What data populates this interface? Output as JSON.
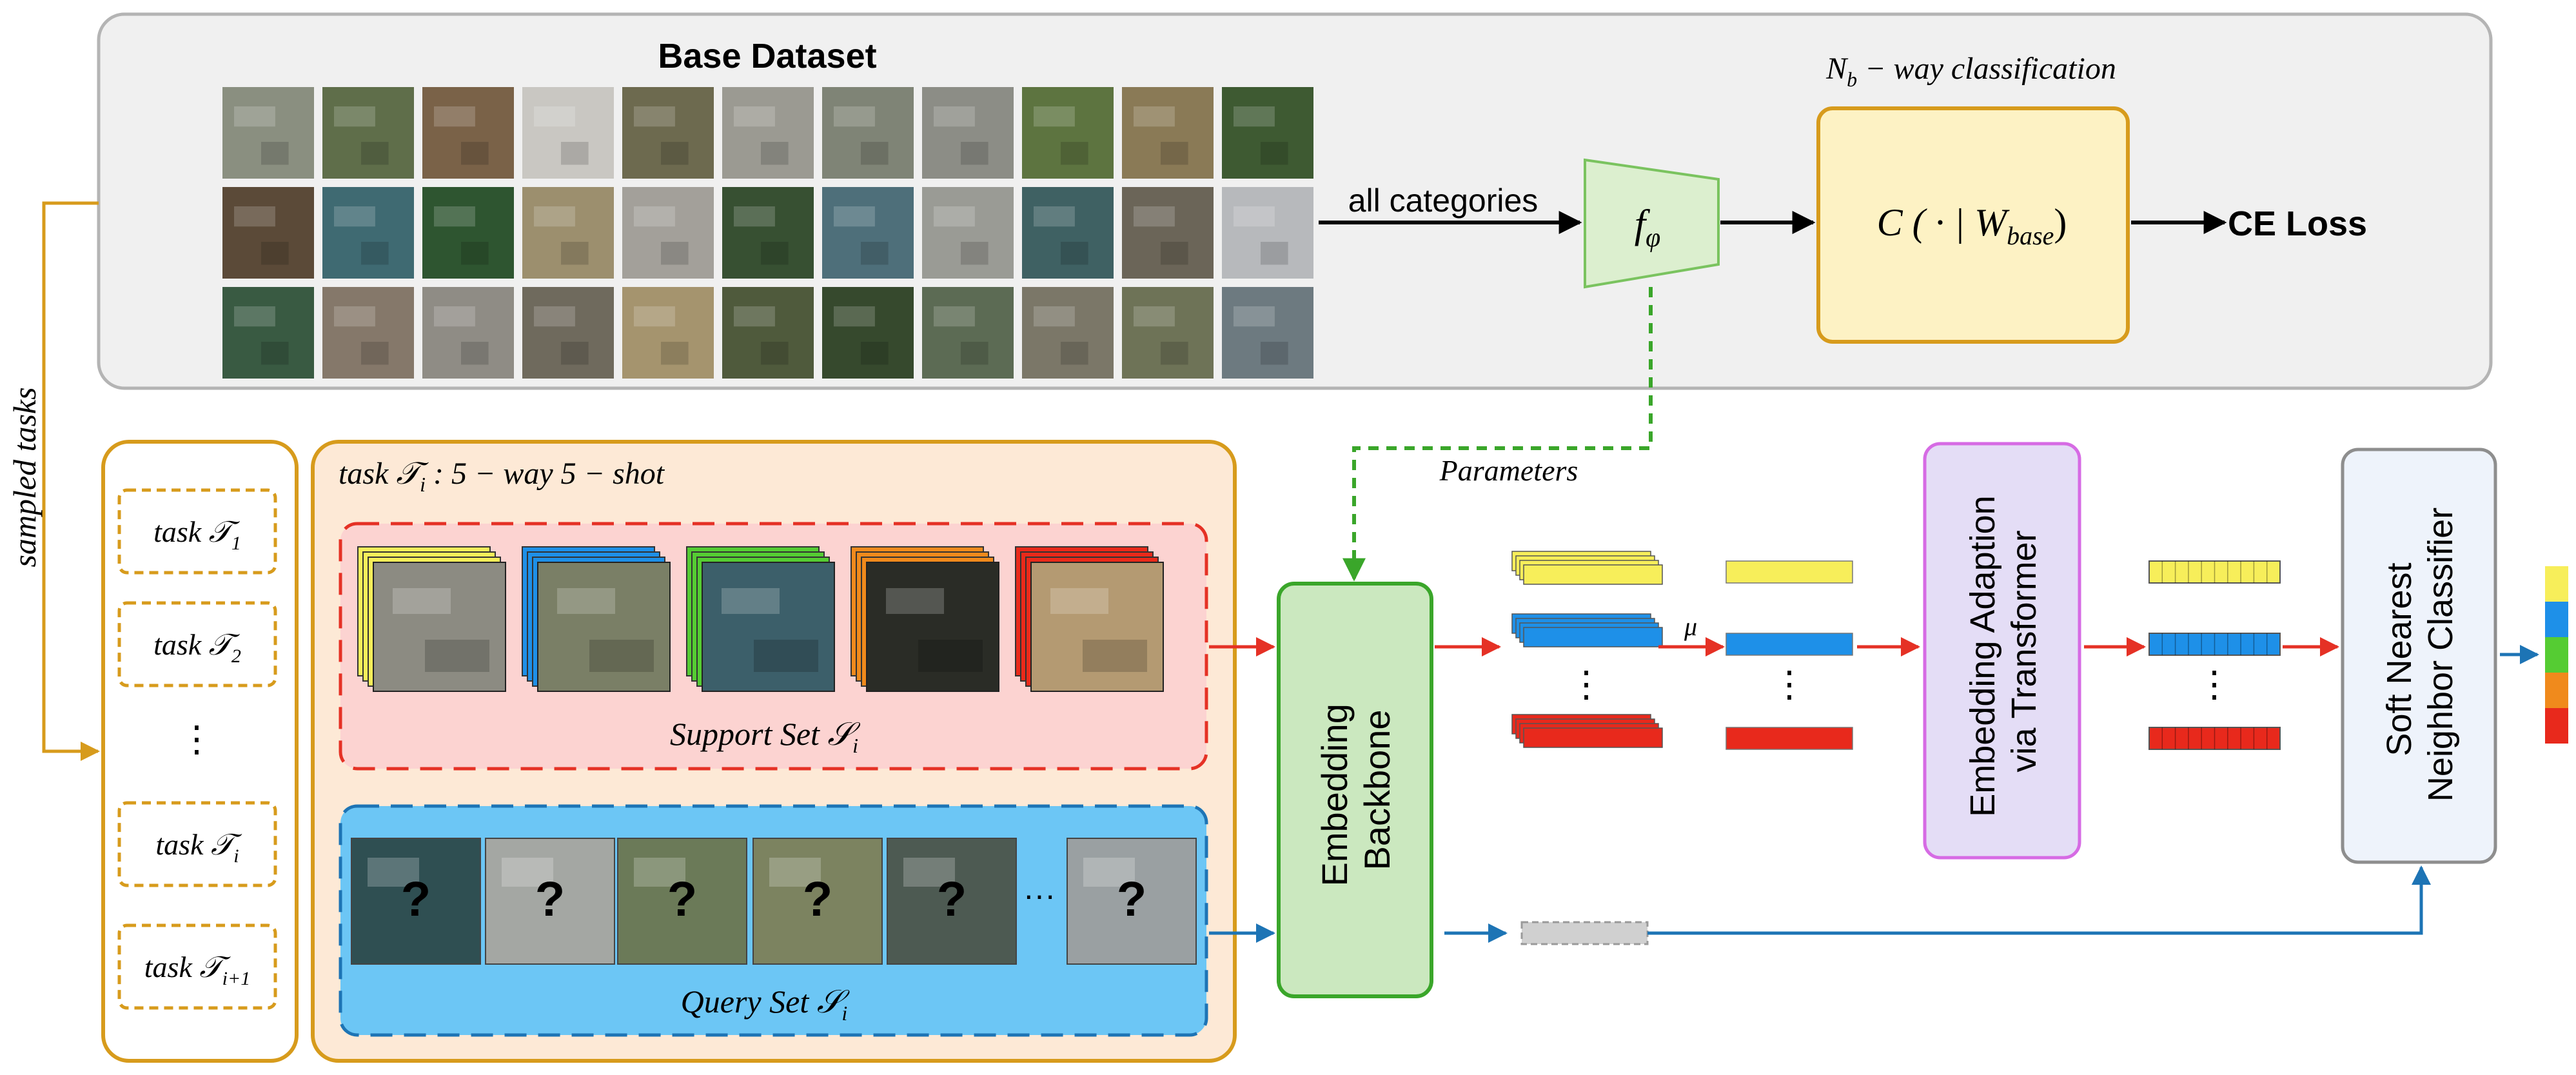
{
  "base": {
    "title": "Base Dataset",
    "all_categories": "all categories",
    "f_phi": "f",
    "f_phi_sub": "φ",
    "nb_label_main": "N",
    "nb_label_sub": "b",
    "nb_label_rest": " − way classification",
    "classifier_label": "C ( · | W",
    "classifier_label_sub": "base",
    "classifier_close": ")",
    "loss": "CE Loss",
    "thumb_colors": [
      "#8a8f80",
      "#5f6e4a",
      "#7a6248",
      "#c9c7c2",
      "#6d6a4f",
      "#9b9a92",
      "#7f8476",
      "#8c8d86",
      "#5d7440",
      "#8a7a56",
      "#3e5a32",
      "#5b4a38",
      "#3f6a72",
      "#2e5530",
      "#9c8f6e",
      "#a3a09a",
      "#375032",
      "#4e6f7a",
      "#9a9b95",
      "#3f6163",
      "#6b6558",
      "#b7b9bc",
      "#395a42",
      "#85786a",
      "#8f8c85",
      "#6f6a5d",
      "#a5946e",
      "#4f5a3c",
      "#36492d",
      "#5c6b54",
      "#7b7768",
      "#6e7357",
      "#6d7a80"
    ]
  },
  "sampled_tasks": "sampled tasks",
  "tasks": {
    "items": [
      {
        "label": "task 𝒯",
        "sub": "1"
      },
      {
        "label": "task 𝒯",
        "sub": "2"
      },
      {
        "label": "⋮",
        "sub": ""
      },
      {
        "label": "task 𝒯",
        "sub": "i"
      },
      {
        "label": "task 𝒯",
        "sub": "i+1"
      }
    ]
  },
  "episode": {
    "title": "task 𝒯",
    "title_sub": "i",
    "title_rest": " : 5 − way 5 − shot",
    "support_label": "Support Set 𝒮",
    "support_sub": "i",
    "query_label": "Query Set 𝒮",
    "query_sub": "i",
    "support_colors": [
      "#f7ee5a",
      "#1e90e8",
      "#55cc33",
      "#f08a1c",
      "#ea2a1a"
    ],
    "support_images": [
      "#8c8b82",
      "#7a7f66",
      "#3c5f6a",
      "#2a2c26",
      "#b49a72"
    ],
    "query_images": [
      "#2f4f52",
      "#a4a7a3",
      "#6b7a58",
      "#7c8360",
      "#4d5a52",
      "#9aa0a2"
    ],
    "query_mark": "?",
    "ellipsis": "···",
    "parameters": "Parameters"
  },
  "backbone": {
    "line1": "Embedding",
    "line2": "Backbone"
  },
  "mu": "μ",
  "vdots": "⋮",
  "transformer": {
    "line1": "Embedding Adaption",
    "line2": "via Transformer"
  },
  "classifier": {
    "line1": "Soft Nearest",
    "line2": "Neighbor Classifier"
  },
  "colors": {
    "yellow": "#f7ee5a",
    "blue": "#1e90e8",
    "red": "#e8291c",
    "green": "#55cc33",
    "orange": "#f08a1c",
    "gold": "#d79b1c",
    "arrow_red": "#e53125",
    "arrow_blue": "#1d74b5"
  }
}
